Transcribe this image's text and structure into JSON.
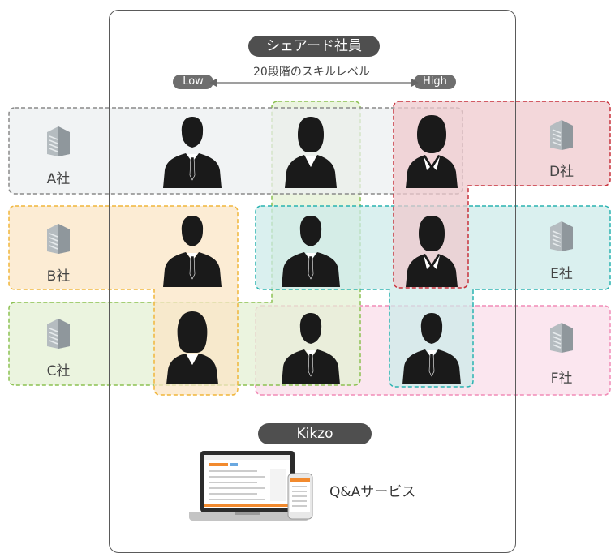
{
  "header": {
    "shared_employee": "シェアード社員",
    "skill_levels": "20段階のスキルレベル",
    "low": "Low",
    "high": "High"
  },
  "companies": [
    {
      "label": "A社"
    },
    {
      "label": "B社"
    },
    {
      "label": "C社"
    },
    {
      "label": "D社"
    },
    {
      "label": "E社"
    },
    {
      "label": "F社"
    }
  ],
  "colors": {
    "A": "#8a8a8a",
    "A_fill": "#eceff0",
    "B": "#f0b53a",
    "B_fill": "#fbe6c6",
    "C": "#8cc152",
    "C_fill": "#e4f0d4",
    "D": "#c8323c",
    "D_fill": "#efc9cd",
    "E": "#2ab3b1",
    "E_fill": "#cdebea",
    "F": "#f18cb7",
    "F_fill": "#f9dde9",
    "frame": "#5a5a5a",
    "title_pill": "#4f4f4f"
  },
  "service": {
    "kikzo": "Kikzo",
    "qa": "Q&Aサービス"
  }
}
